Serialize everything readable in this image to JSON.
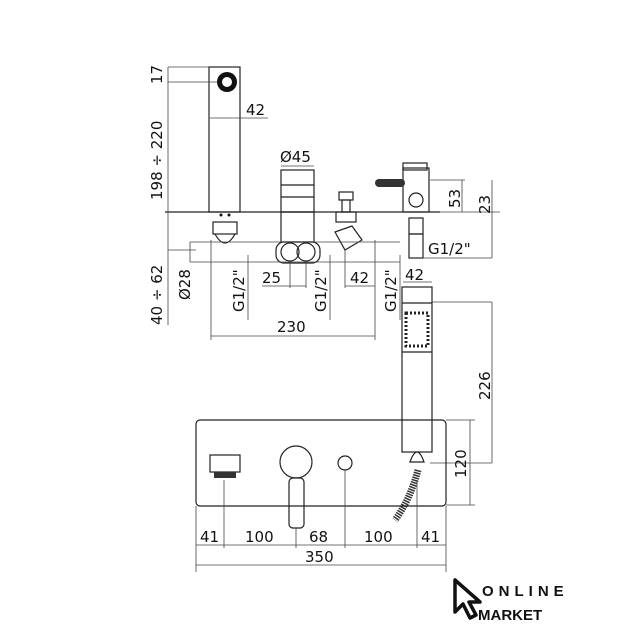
{
  "dimensions": {
    "spout_top": "17",
    "spout_height": "198 ÷ 220",
    "spout_width": "42",
    "mixer_diameter": "Ø45",
    "holder_height": "53",
    "holder_base": "23",
    "holder_thread": "G1/2\"",
    "below_deck": "40 ÷ 62",
    "pipe_diameter": "Ø28",
    "thread_1": "G1/2\"",
    "inlet_spacing": "25",
    "thread_2": "G1/2\"",
    "diverter_offset": "42",
    "thread_3": "G1/2\"",
    "handshower_width": "42",
    "body_length": "230",
    "handshower_length": "226",
    "plate_height": "120",
    "bottom_spacing": [
      "41",
      "100",
      "68",
      "100",
      "41"
    ],
    "plate_length": "350"
  },
  "logo": {
    "line1": "ONLINE",
    "line2": "MARKET"
  }
}
